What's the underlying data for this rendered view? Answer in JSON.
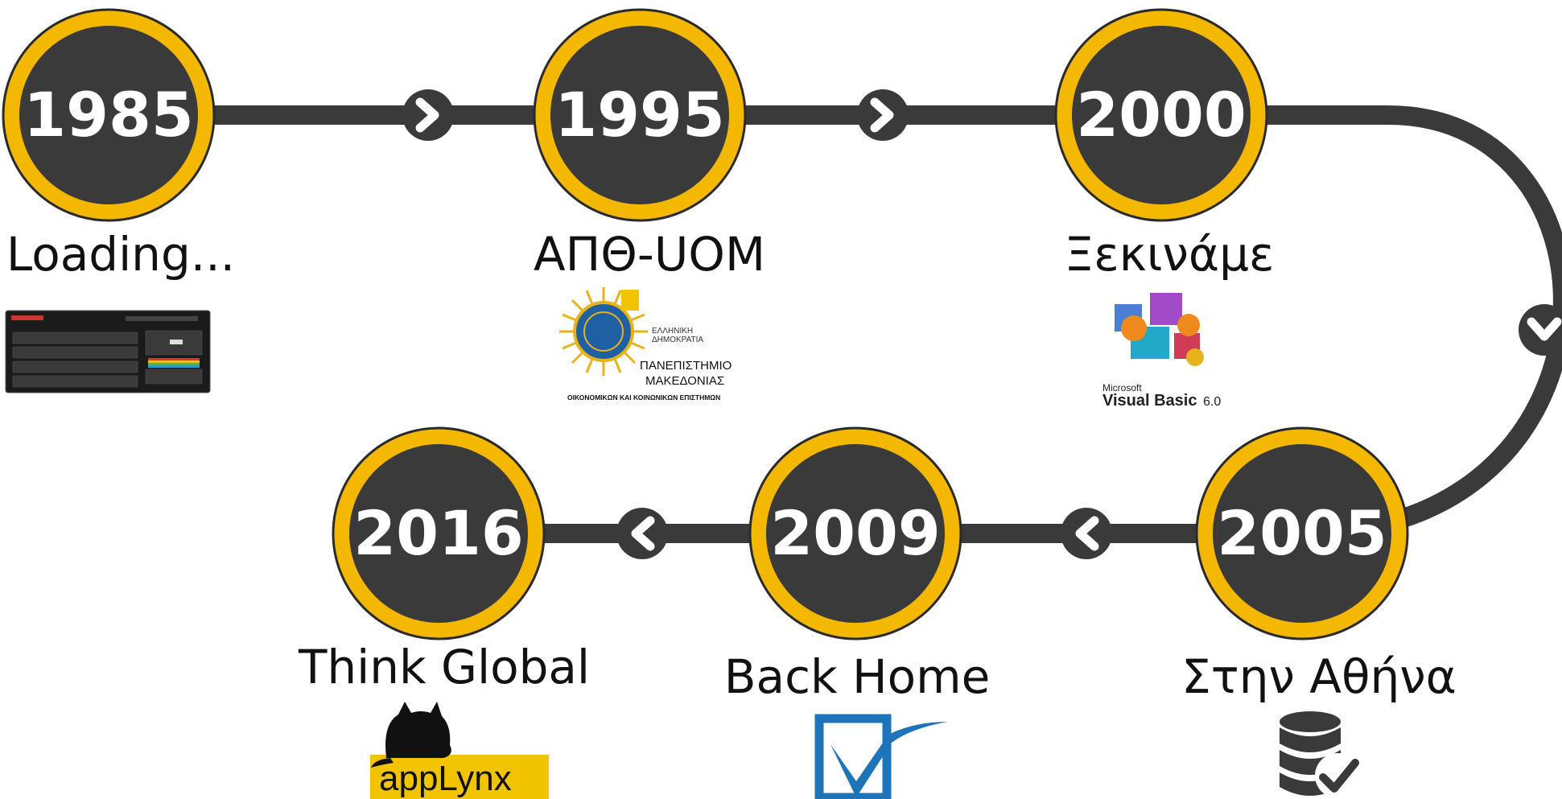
{
  "colors": {
    "track": "#3a3a3a",
    "ring": "#f5b800",
    "ring_outline": "#2a2a2a",
    "circle_fill": "#3a3a3a",
    "year_text": "#ffffff",
    "arrow_fg": "#ffffff"
  },
  "milestones": [
    {
      "year": "1985",
      "caption": "Loading...",
      "logo": "zx-spectrum-keyboard-image"
    },
    {
      "year": "1995",
      "caption": "ΑΠΘ-UOM",
      "logo": "university-of-macedonia-logo",
      "logo_text": [
        "ΕΛΛΗΝΙΚΗ",
        "ΔΗΜΟΚΡΑΤΙΑ",
        "ΠΑΝΕΠΙΣΤΗΜΙΟ",
        "ΜΑΚΕΔΟΝΙΑΣ",
        "ΟΙΚΟΝΟΜΙΚΩΝ ΚΑΙ ΚΟΙΝΩΝΙΚΩΝ ΕΠΙΣΤΗΜΩΝ"
      ]
    },
    {
      "year": "2000",
      "caption": "Ξεκινάμε",
      "logo": "visual-basic-6-logo",
      "logo_text": [
        "Microsoft",
        "Visual Basic",
        "6.0"
      ]
    },
    {
      "year": "2005",
      "caption": "Στην Αθήνα",
      "logo": "database-check-icon"
    },
    {
      "year": "2009",
      "caption": "Back Home",
      "logo": "checkbox-logo"
    },
    {
      "year": "2016",
      "caption": "Think Global",
      "logo": "applynx-logo",
      "logo_text": [
        "appLynx"
      ]
    }
  ],
  "arrows": [
    {
      "direction": "right"
    },
    {
      "direction": "right"
    },
    {
      "direction": "down"
    },
    {
      "direction": "left"
    },
    {
      "direction": "left"
    }
  ]
}
